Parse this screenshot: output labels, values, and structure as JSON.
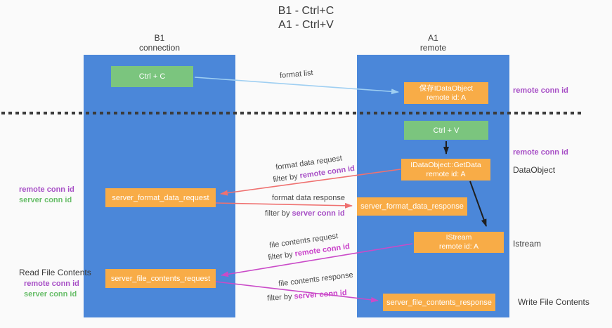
{
  "title": {
    "line1": "B1 - Ctrl+C",
    "line2": "A1 - Ctrl+V"
  },
  "lanes": {
    "left": {
      "name": "B1",
      "role": "connection"
    },
    "right": {
      "name": "A1",
      "role": "remote"
    }
  },
  "nodes": {
    "ctrl_c": {
      "label": "Ctrl + C"
    },
    "save_idataobject": {
      "line1": "保存IDataObject",
      "line2": "remote id: A"
    },
    "ctrl_v": {
      "label": "Ctrl + V"
    },
    "idataobject_getdata": {
      "line1": "IDataObject::GetData",
      "line2": "remote id: A"
    },
    "server_format_data_request": {
      "label": "server_format_data_request"
    },
    "server_format_data_response": {
      "label": "server_format_data_response"
    },
    "istream": {
      "line1": "IStream",
      "line2": "remote id: A"
    },
    "server_file_contents_request": {
      "label": "server_file_contents_request"
    },
    "server_file_contents_response": {
      "label": "server_file_contents_response"
    }
  },
  "flow_labels": {
    "format_list": "format list",
    "format_data_request": "format data request",
    "filter_remote_1": {
      "prefix": "filter by ",
      "key": "remote conn id"
    },
    "format_data_response": "format data response",
    "filter_server_1": {
      "prefix": "filter by ",
      "key": "server conn id"
    },
    "file_contents_request": "file contents request",
    "filter_remote_2": {
      "prefix": "filter by ",
      "key": "remote conn id"
    },
    "file_contents_response": "file contents response",
    "filter_server_2": {
      "prefix": "filter by ",
      "key": "server conn id"
    }
  },
  "side_labels": {
    "remote_conn_top": "remote conn id",
    "remote_conn_mid": "remote conn id",
    "dataobject": "DataObject",
    "istream": "Istream",
    "write_file_contents": "Write File Contents",
    "read_file_contents": "Read File Contents",
    "left_remote_conn_1": "remote conn id",
    "left_server_conn_1": "server conn id",
    "left_remote_conn_2": "remote conn id",
    "left_server_conn_2": "server conn id"
  },
  "colors": {
    "lane_blue": "#4b87d9",
    "box_orange": "#f8ac47",
    "box_green": "#7bc57e",
    "arrow_salmon": "#ef7170",
    "arrow_magenta": "#ca4bc8",
    "arrow_light_blue": "#9fcff2",
    "arrow_black": "#1f1f1f",
    "text_purple": "#a74fc6",
    "text_magenta": "#c93fc9",
    "text_green": "#67bd68",
    "text_dark": "#3a3a3a"
  }
}
